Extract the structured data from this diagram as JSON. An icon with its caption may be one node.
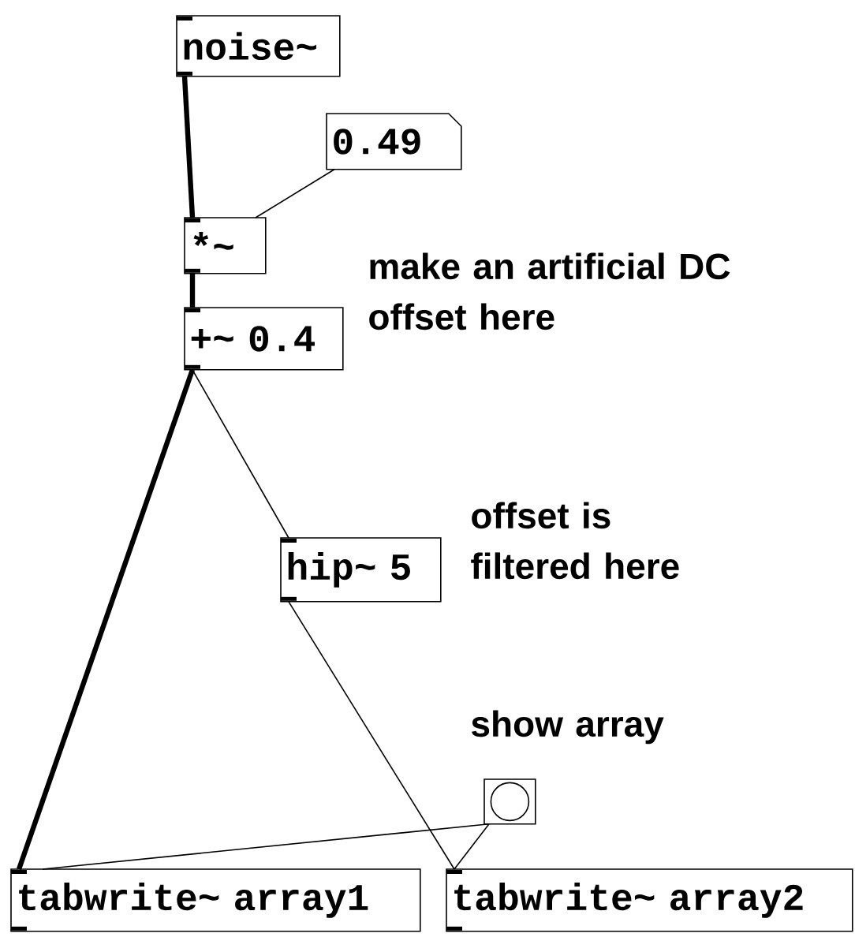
{
  "diagram": {
    "nodes": [
      {
        "text": [
          "noise~"
        ]
      },
      {
        "text": [
          "0.49"
        ]
      },
      {
        "text": [
          "*~"
        ]
      },
      {
        "text": [
          "+~ 0.4"
        ]
      },
      {
        "text": [
          "hip~ 5"
        ]
      },
      {
        "text": [],
        "shape": "box"
      },
      {
        "text": [
          "tabwrite~ array1"
        ]
      },
      {
        "text": [
          "tabwrite~ array2"
        ]
      }
    ],
    "edges": [
      {
        "from": 0,
        "to": 2,
        "arrow": "none",
        "style": "thick"
      },
      {
        "from": 1,
        "to": 2,
        "arrow": "none"
      },
      {
        "from": 2,
        "to": 3,
        "arrow": "none",
        "style": "thick"
      },
      {
        "from": 3,
        "to": 6,
        "arrow": "none",
        "style": "thick"
      },
      {
        "from": 3,
        "to": 4,
        "arrow": "none"
      },
      {
        "from": 4,
        "to": 7,
        "arrow": "none"
      },
      {
        "from": 5,
        "to": 6,
        "arrow": "none"
      },
      {
        "from": 5,
        "to": 7,
        "arrow": "none"
      }
    ],
    "labels": [
      "make an artificial DC offset here",
      "offset is filtered here",
      "show array"
    ]
  }
}
